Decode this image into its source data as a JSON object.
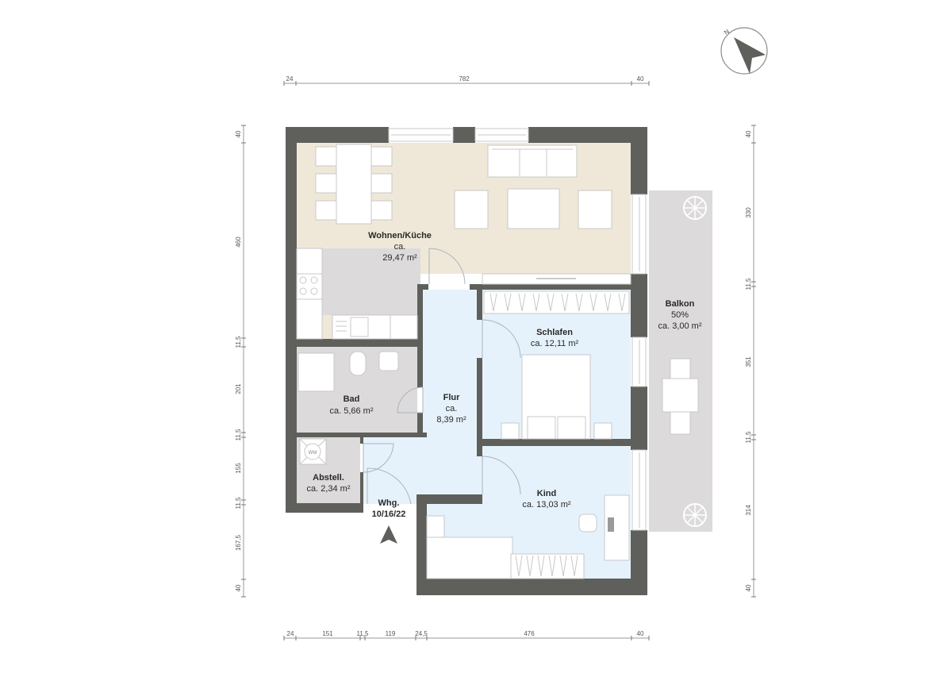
{
  "plan": {
    "unit_label": "Whg.",
    "unit_number": "10/16/22",
    "colors": {
      "wall": "#5f5f5b",
      "living": "#efe8d8",
      "blue_rooms": "#e6f2fb",
      "grey_rooms": "#dcdadb",
      "balcony": "#dcdadb"
    }
  },
  "compass": {
    "north_label": "N"
  },
  "rooms": [
    {
      "name": "Wohnen/Küche",
      "line2": "ca.",
      "line3": "29,47 m²"
    },
    {
      "name": "Schlafen",
      "line2": "ca. 12,11 m²"
    },
    {
      "name": "Bad",
      "line2": "ca. 5,66 m²"
    },
    {
      "name": "Flur",
      "line2": "ca.",
      "line3": "8,39 m²"
    },
    {
      "name": "Abstell.",
      "line2": "ca. 2,34 m²"
    },
    {
      "name": "Kind",
      "line2": "ca. 13,03 m²"
    },
    {
      "name": "Balkon",
      "line2": "50%",
      "line3": "ca. 3,00 m²"
    }
  ],
  "appliances": {
    "washing_machine": "WM"
  },
  "dimensions": {
    "top": [
      "24",
      "782",
      "40"
    ],
    "bottom": [
      "24",
      "151",
      "11,5",
      "119",
      "24,5",
      "476",
      "40"
    ],
    "left": [
      "40",
      "460",
      "11,5",
      "201",
      "11,5",
      "155",
      "11,5",
      "167,5",
      "40"
    ],
    "right": [
      "40",
      "330",
      "11,5",
      "351",
      "11,5",
      "314",
      "40"
    ]
  }
}
